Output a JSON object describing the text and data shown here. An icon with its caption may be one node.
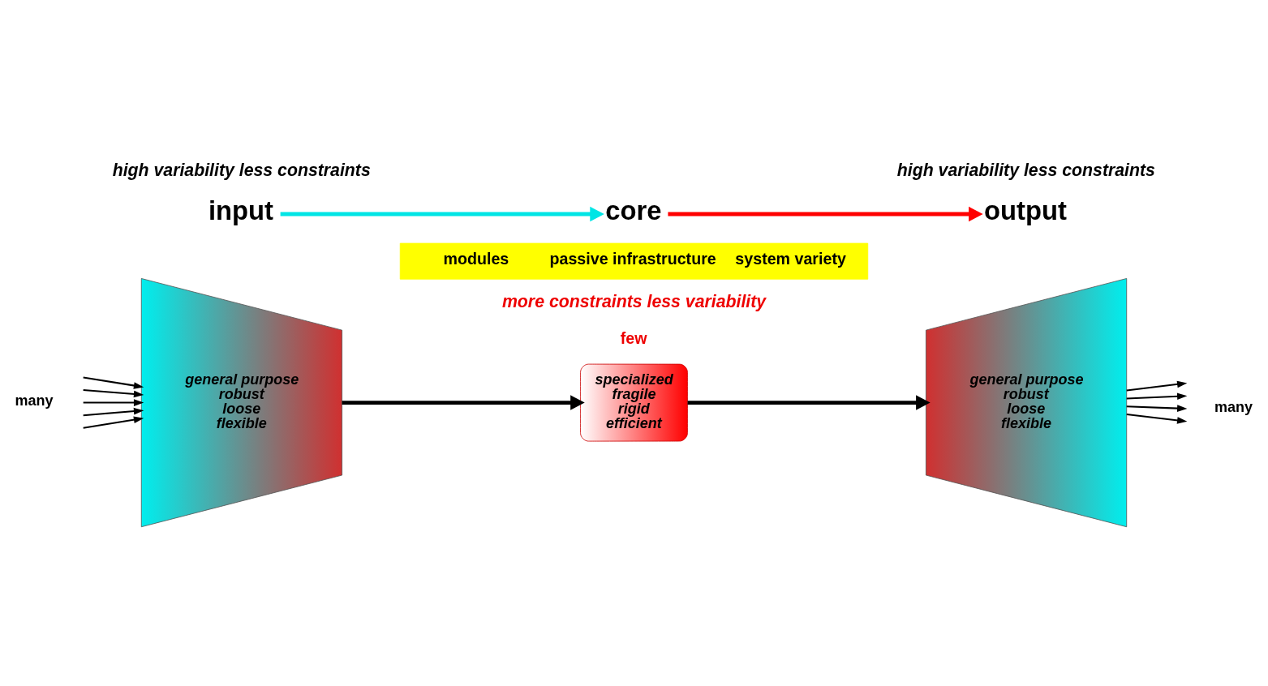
{
  "diagram": {
    "nodes": [
      {
        "text": [
          "input"
        ]
      },
      {
        "text": [
          "core"
        ]
      },
      {
        "text": [
          "output"
        ]
      },
      {
        "text": [
          "modules",
          "passive infrastructure",
          "system variety"
        ]
      },
      {
        "text": [
          "general purpose",
          "robust",
          "loose",
          "flexible"
        ]
      },
      {
        "text": [
          "specialized",
          "fragile",
          "rigid",
          "efficient"
        ]
      },
      {
        "text": [
          "general purpose",
          "robust",
          "loose",
          "flexible"
        ]
      }
    ],
    "edges": [
      {
        "from": 0,
        "to": 1,
        "arrow": "to",
        "style": "thick",
        "color": "#00e5e5"
      },
      {
        "from": 1,
        "to": 2,
        "arrow": "to",
        "style": "thick",
        "color": "#ff0000"
      },
      {
        "from": null,
        "to": 4,
        "arrow": "to"
      },
      {
        "from": null,
        "to": 4,
        "arrow": "to"
      },
      {
        "from": null,
        "to": 4,
        "arrow": "to"
      },
      {
        "from": null,
        "to": 4,
        "arrow": "to"
      },
      {
        "from": null,
        "to": 4,
        "arrow": "to"
      },
      {
        "from": 4,
        "to": 5,
        "arrow": "to",
        "style": "thick"
      },
      {
        "from": 5,
        "to": 6,
        "arrow": "to",
        "style": "thick"
      },
      {
        "from": 6,
        "to": null,
        "arrow": "to"
      },
      {
        "from": 6,
        "to": null,
        "arrow": "to"
      },
      {
        "from": 6,
        "to": null,
        "arrow": "to"
      },
      {
        "from": 6,
        "to": null,
        "arrow": "to"
      }
    ],
    "labels": [
      "high variability less constraints",
      "many",
      "more constraints less variability",
      "few",
      "high variability less constraints",
      "many"
    ]
  }
}
